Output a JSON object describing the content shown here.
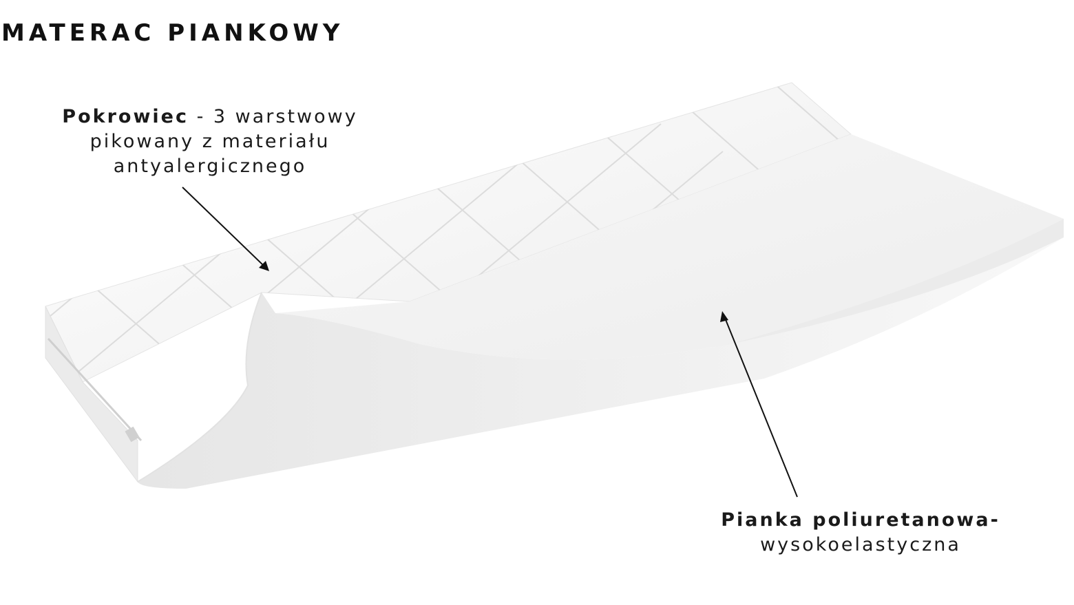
{
  "title": "MATERAC PIANKOWY",
  "labels": {
    "cover": {
      "bold": "Pokrowiec",
      "line1_rest": " - 3 warstwowy",
      "line2": "pikowany z materiału",
      "line3": "antyalergicznego"
    },
    "foam": {
      "line1": "Pianka poliuretanowa-",
      "line2": "wysokoelastyczna"
    }
  },
  "colors": {
    "background": "#ffffff",
    "mattress": "#f3f3f3",
    "quilt_lines": "#d9d9d9",
    "arrow": "#111111"
  }
}
